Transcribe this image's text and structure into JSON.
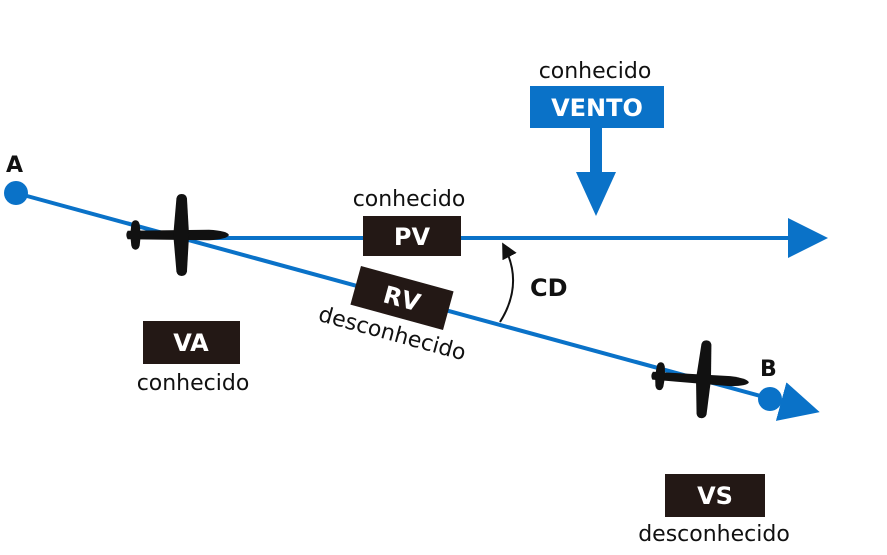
{
  "colors": {
    "route": "#0a72c8",
    "wind": "#0a72c8",
    "box": "#231815",
    "box_text": "#ffffff",
    "text": "#111111"
  },
  "points": {
    "a_label": "A",
    "b_label": "B"
  },
  "wind": {
    "caption": "conhecido",
    "label": "VENTO"
  },
  "pv": {
    "caption": "conhecido",
    "label": "PV"
  },
  "rv": {
    "label": "RV",
    "caption": "desconhecido"
  },
  "cd": {
    "label": "CD"
  },
  "va": {
    "label": "VA",
    "caption": "conhecido"
  },
  "vs": {
    "label": "VS",
    "caption": "desconhecido"
  },
  "icons": [
    "airplane-icon",
    "wind-arrow-icon",
    "angle-arrow-icon"
  ]
}
